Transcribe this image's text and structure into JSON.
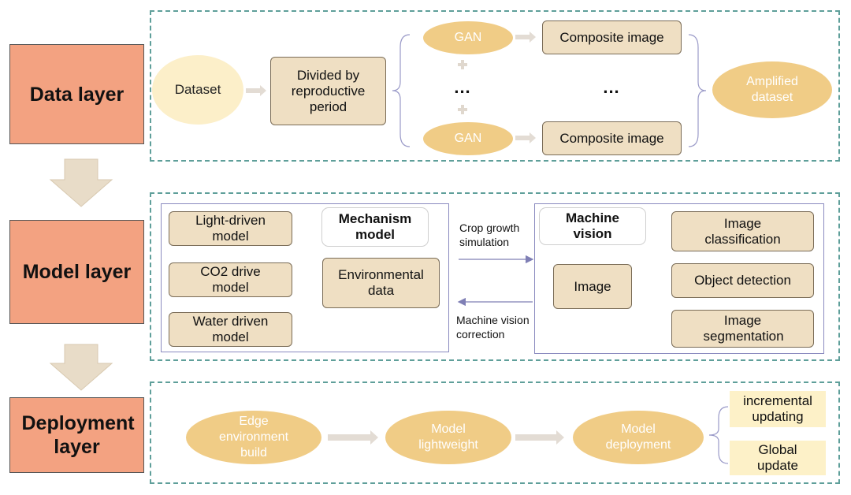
{
  "layers": {
    "data": "Data layer",
    "model": "Model layer",
    "deployment": "Deployment layer"
  },
  "data_layer": {
    "dataset": "Dataset",
    "divided": "Divided by reproductive period",
    "gan_top": "GAN",
    "gan_bottom": "GAN",
    "composite_top": "Composite image",
    "composite_bottom": "Composite image",
    "ellipsis_left": "...",
    "ellipsis_right": "...",
    "amplified": "Amplified dataset"
  },
  "model_layer": {
    "mechanism_title": "Mechanism model",
    "light_driven": "Light-driven model",
    "co2_drive": "CO2 drive model",
    "water_driven": "Water driven model",
    "environmental_data": "Environmental data",
    "crop_growth": "Crop growth simulation",
    "mv_correction": "Machine vision correction",
    "machine_vision_title": "Machine vision",
    "image": "Image",
    "image_classification": "Image classification",
    "object_detection": "Object detection",
    "image_segmentation": "Image segmentation"
  },
  "deployment_layer": {
    "edge_build": "Edge environment build",
    "lightweight": "Model lightweight",
    "deployment": "Model deployment",
    "incremental": "incremental updating",
    "global": "Global update"
  },
  "colors": {
    "layer_fill": "#f3a281",
    "panel_border": "#5f9f9a",
    "oval_fill": "#f0cc86",
    "rect_fill": "#efdfc3",
    "arrow_fill": "#e8dcc8"
  }
}
